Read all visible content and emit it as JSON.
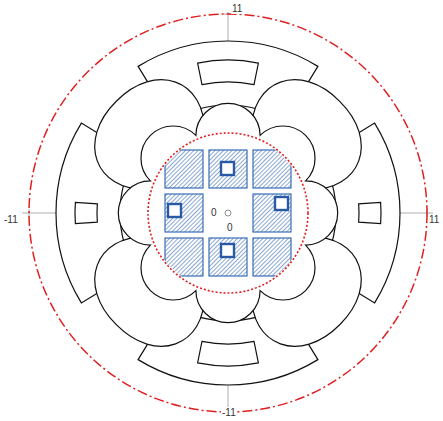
{
  "diagram": {
    "labels": [
      "11",
      "-11",
      "11",
      "-11",
      "0",
      "0"
    ]
  }
}
